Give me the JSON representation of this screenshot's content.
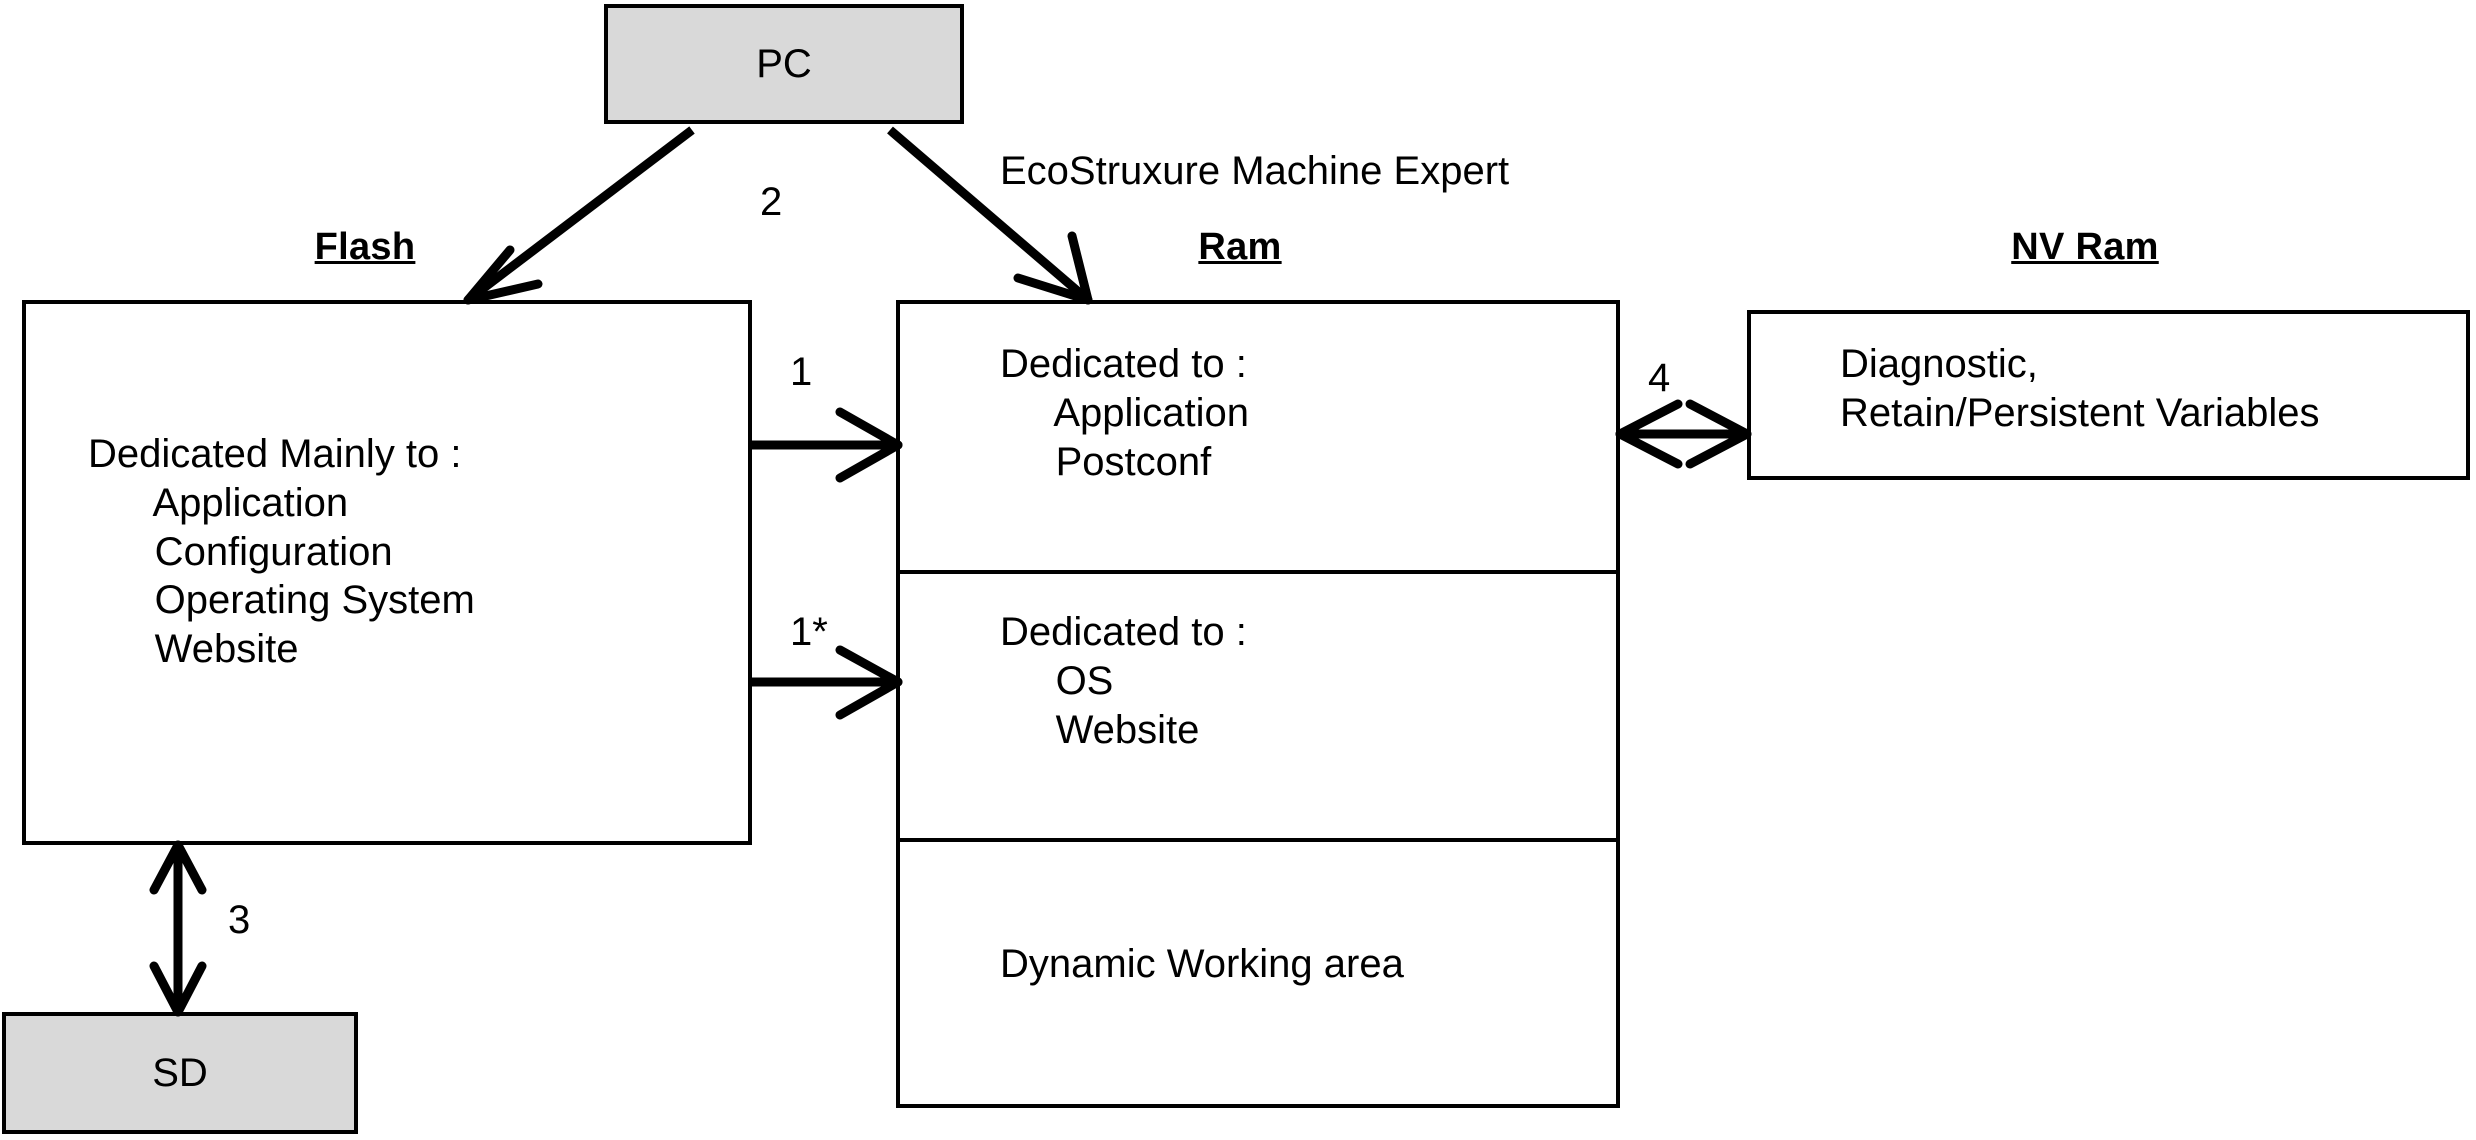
{
  "diagram": {
    "title_nodes": {
      "flash": "Flash",
      "ram": "Ram",
      "nvram": "NV Ram"
    },
    "nodes": {
      "pc": {
        "label": "PC",
        "fill": "#d9d9d9"
      },
      "sd": {
        "label": "SD",
        "fill": "#d9d9d9"
      },
      "flash": {
        "heading": "Flash",
        "lines": "Dedicated Mainly to :\n      Application\n      Configuration\n      Operating System\n      Website"
      },
      "ram": {
        "heading": "Ram",
        "section_application": "Dedicated to :\n     Application\n     Postconf",
        "section_os": "Dedicated to :\n     OS\n     Website",
        "section_dynamic": "Dynamic Working area"
      },
      "nvram": {
        "heading": "NV Ram",
        "lines": "Diagnostic,\nRetain/Persistent Variables"
      }
    },
    "edges": {
      "pc_to_flash_label": "2",
      "pc_to_ram_label": "EcoStruxure Machine Expert",
      "flash_to_ram_app_label": "1",
      "flash_to_ram_os_label": "1*",
      "flash_to_sd_label": "3",
      "ram_to_nvram_label": "4"
    },
    "colors": {
      "stroke": "#000000",
      "shaded_fill": "#d9d9d9",
      "background": "#ffffff"
    }
  }
}
